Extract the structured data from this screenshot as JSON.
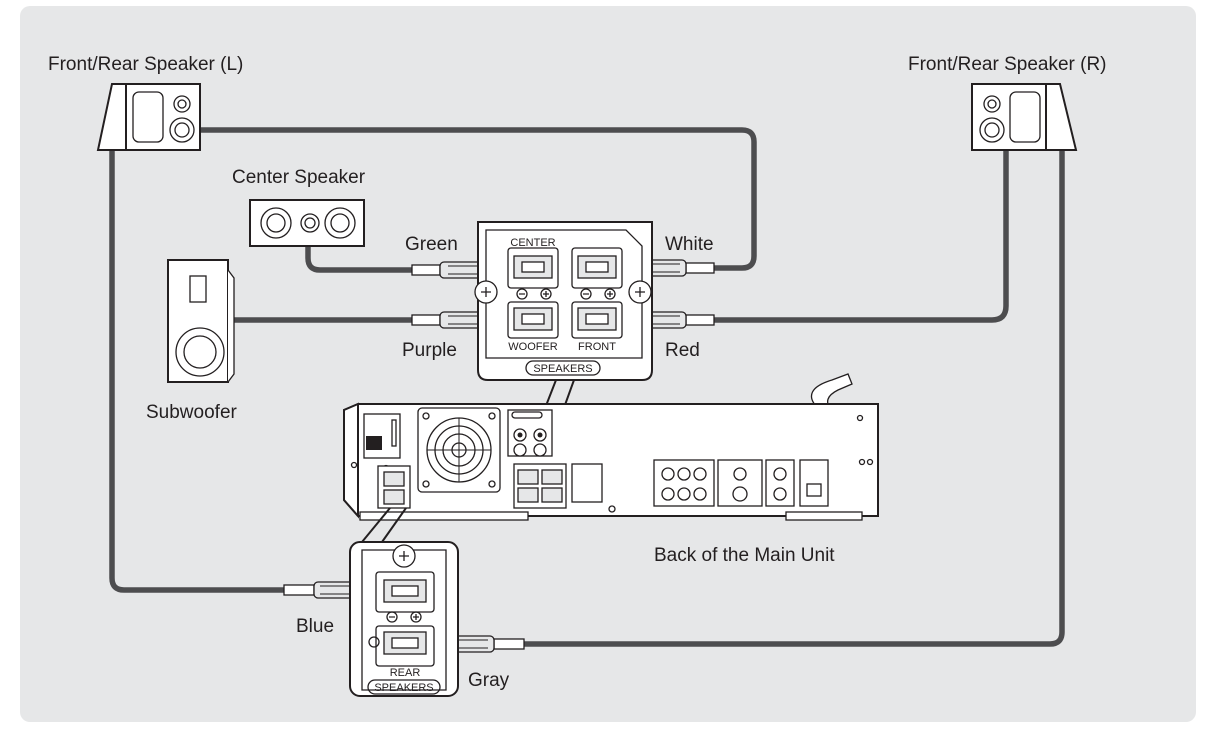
{
  "speakers": {
    "front_rear_left": "Front/Rear Speaker (L)",
    "front_rear_right": "Front/Rear Speaker (R)",
    "center": "Center Speaker",
    "subwoofer": "Subwoofer"
  },
  "wire_colors": {
    "green": "Green",
    "white": "White",
    "purple": "Purple",
    "red": "Red",
    "blue": "Blue",
    "gray": "Gray"
  },
  "main_unit_label": "Back of the Main Unit",
  "front_panel": {
    "center_label": "CENTER",
    "woofer_label": "WOOFER",
    "front_label": "FRONT",
    "speakers_label": "SPEAKERS"
  },
  "rear_panel": {
    "rear_label": "REAR",
    "speakers_label": "SPEAKERS"
  },
  "colors": {
    "background": "#e6e7e8",
    "wire": "#4d4d4f",
    "outline": "#231f20"
  }
}
